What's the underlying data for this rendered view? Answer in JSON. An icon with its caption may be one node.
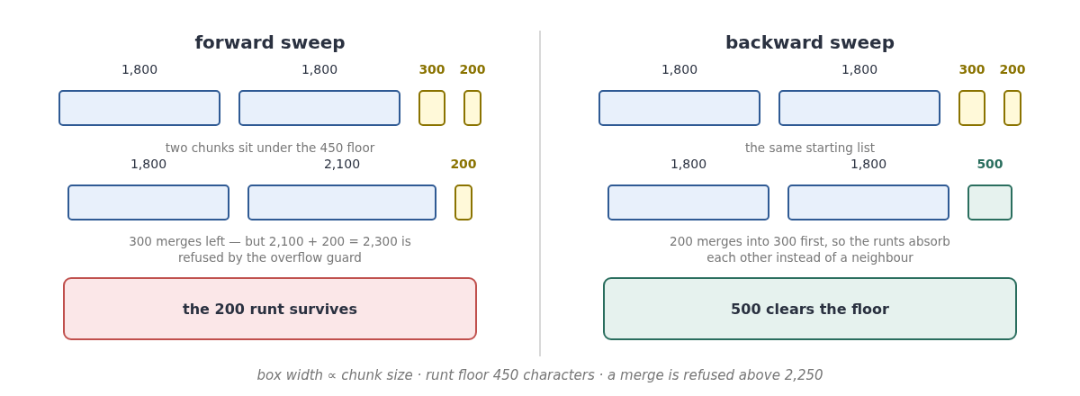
{
  "diagram": {
    "caption": "box width ∝ chunk size  ·  runt floor 450 characters  ·  a merge is refused above 2,250",
    "nodes": [
      {
        "text": [],
        "shape": "box",
        "beside": [
          "1,800"
        ]
      },
      {
        "text": [],
        "shape": "box",
        "beside": [
          "1,800"
        ]
      },
      {
        "text": [],
        "shape": "box",
        "beside": [
          "300"
        ]
      },
      {
        "text": [],
        "shape": "box",
        "beside": [
          "200"
        ]
      },
      {
        "text": [],
        "shape": "box",
        "beside": [
          "1,800"
        ]
      },
      {
        "text": [],
        "shape": "box",
        "beside": [
          "2,100"
        ]
      },
      {
        "text": [],
        "shape": "box",
        "beside": [
          "200"
        ]
      },
      {
        "text": [
          "the 200 runt survives"
        ]
      },
      {
        "text": [],
        "shape": "box",
        "beside": [
          "1,800"
        ]
      },
      {
        "text": [],
        "shape": "box",
        "beside": [
          "1,800"
        ]
      },
      {
        "text": [],
        "shape": "box",
        "beside": [
          "300"
        ]
      },
      {
        "text": [],
        "shape": "box",
        "beside": [
          "200"
        ]
      },
      {
        "text": [],
        "shape": "box",
        "beside": [
          "1,800"
        ]
      },
      {
        "text": [],
        "shape": "box",
        "beside": [
          "1,800"
        ]
      },
      {
        "text": [],
        "shape": "box",
        "beside": [
          "500"
        ]
      },
      {
        "text": [
          "500 clears the floor"
        ]
      }
    ],
    "labels": [
      "forward sweep",
      "backward sweep",
      "two chunks sit under the 450 floor",
      "the same starting list",
      "300 merges left — but 2,100 + 200 = 2,300 is refused by the overflow guard",
      "200 merges into 300 first, so the runts absorb each other instead of a neighbour"
    ]
  }
}
